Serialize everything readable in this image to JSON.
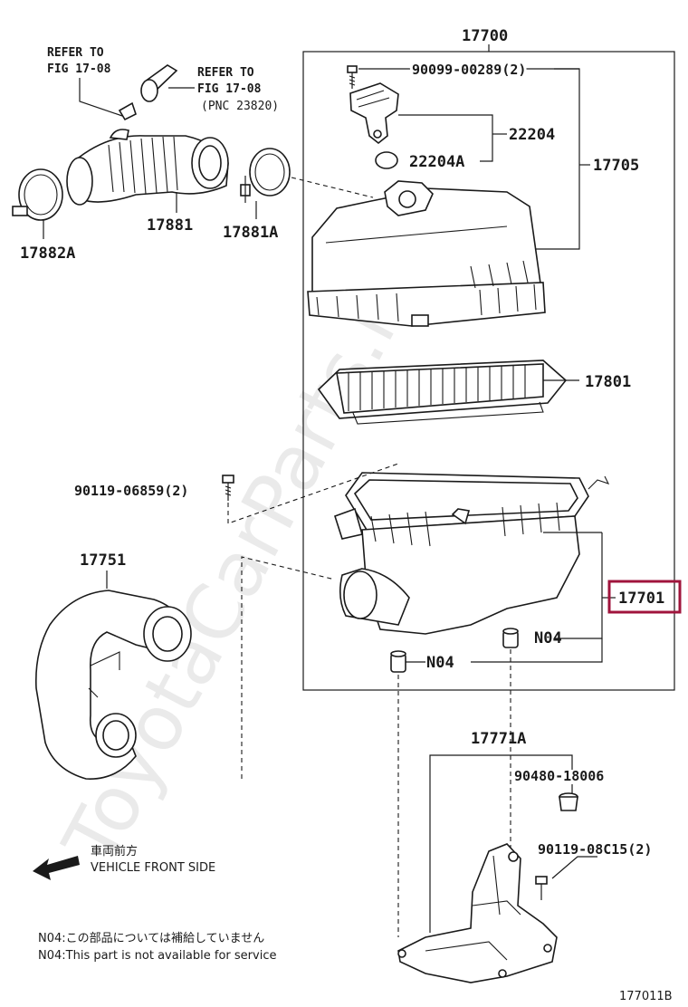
{
  "watermark": "ToyotaCarParts.ru",
  "parts": {
    "assy_17700": "17700",
    "bolt_90099": "90099-00289(2)",
    "sensor_22204": "22204",
    "oring_22204a": "22204A",
    "cap_17705": "17705",
    "element_17801": "17801",
    "bolt_90119_06859": "90119-06859(2)",
    "case_17701": "17701",
    "n04_a": "N04",
    "n04_b": "N04",
    "hose_17881": "17881",
    "clamp_17881a": "17881A",
    "clamp_17882a": "17882A",
    "duct_17751": "17751",
    "bracket_17771a": "17771A",
    "grommet_90480": "90480-18006",
    "bolt_90119_08c15": "90119-08C15(2)"
  },
  "refs": {
    "ref1_line1": "REFER TO",
    "ref1_line2": "FIG 17-08",
    "ref2_line1": "REFER TO",
    "ref2_line2": "FIG 17-08",
    "ref2_line3": "(PNC 23820)"
  },
  "front": {
    "jp": "車両前方",
    "en": "VEHICLE FRONT SIDE"
  },
  "notes": {
    "jp": "N04:この部品については補給していません",
    "en": "N04:This part is not available for service"
  },
  "figure_id": "177011B",
  "highlight_color": "#a0143c"
}
